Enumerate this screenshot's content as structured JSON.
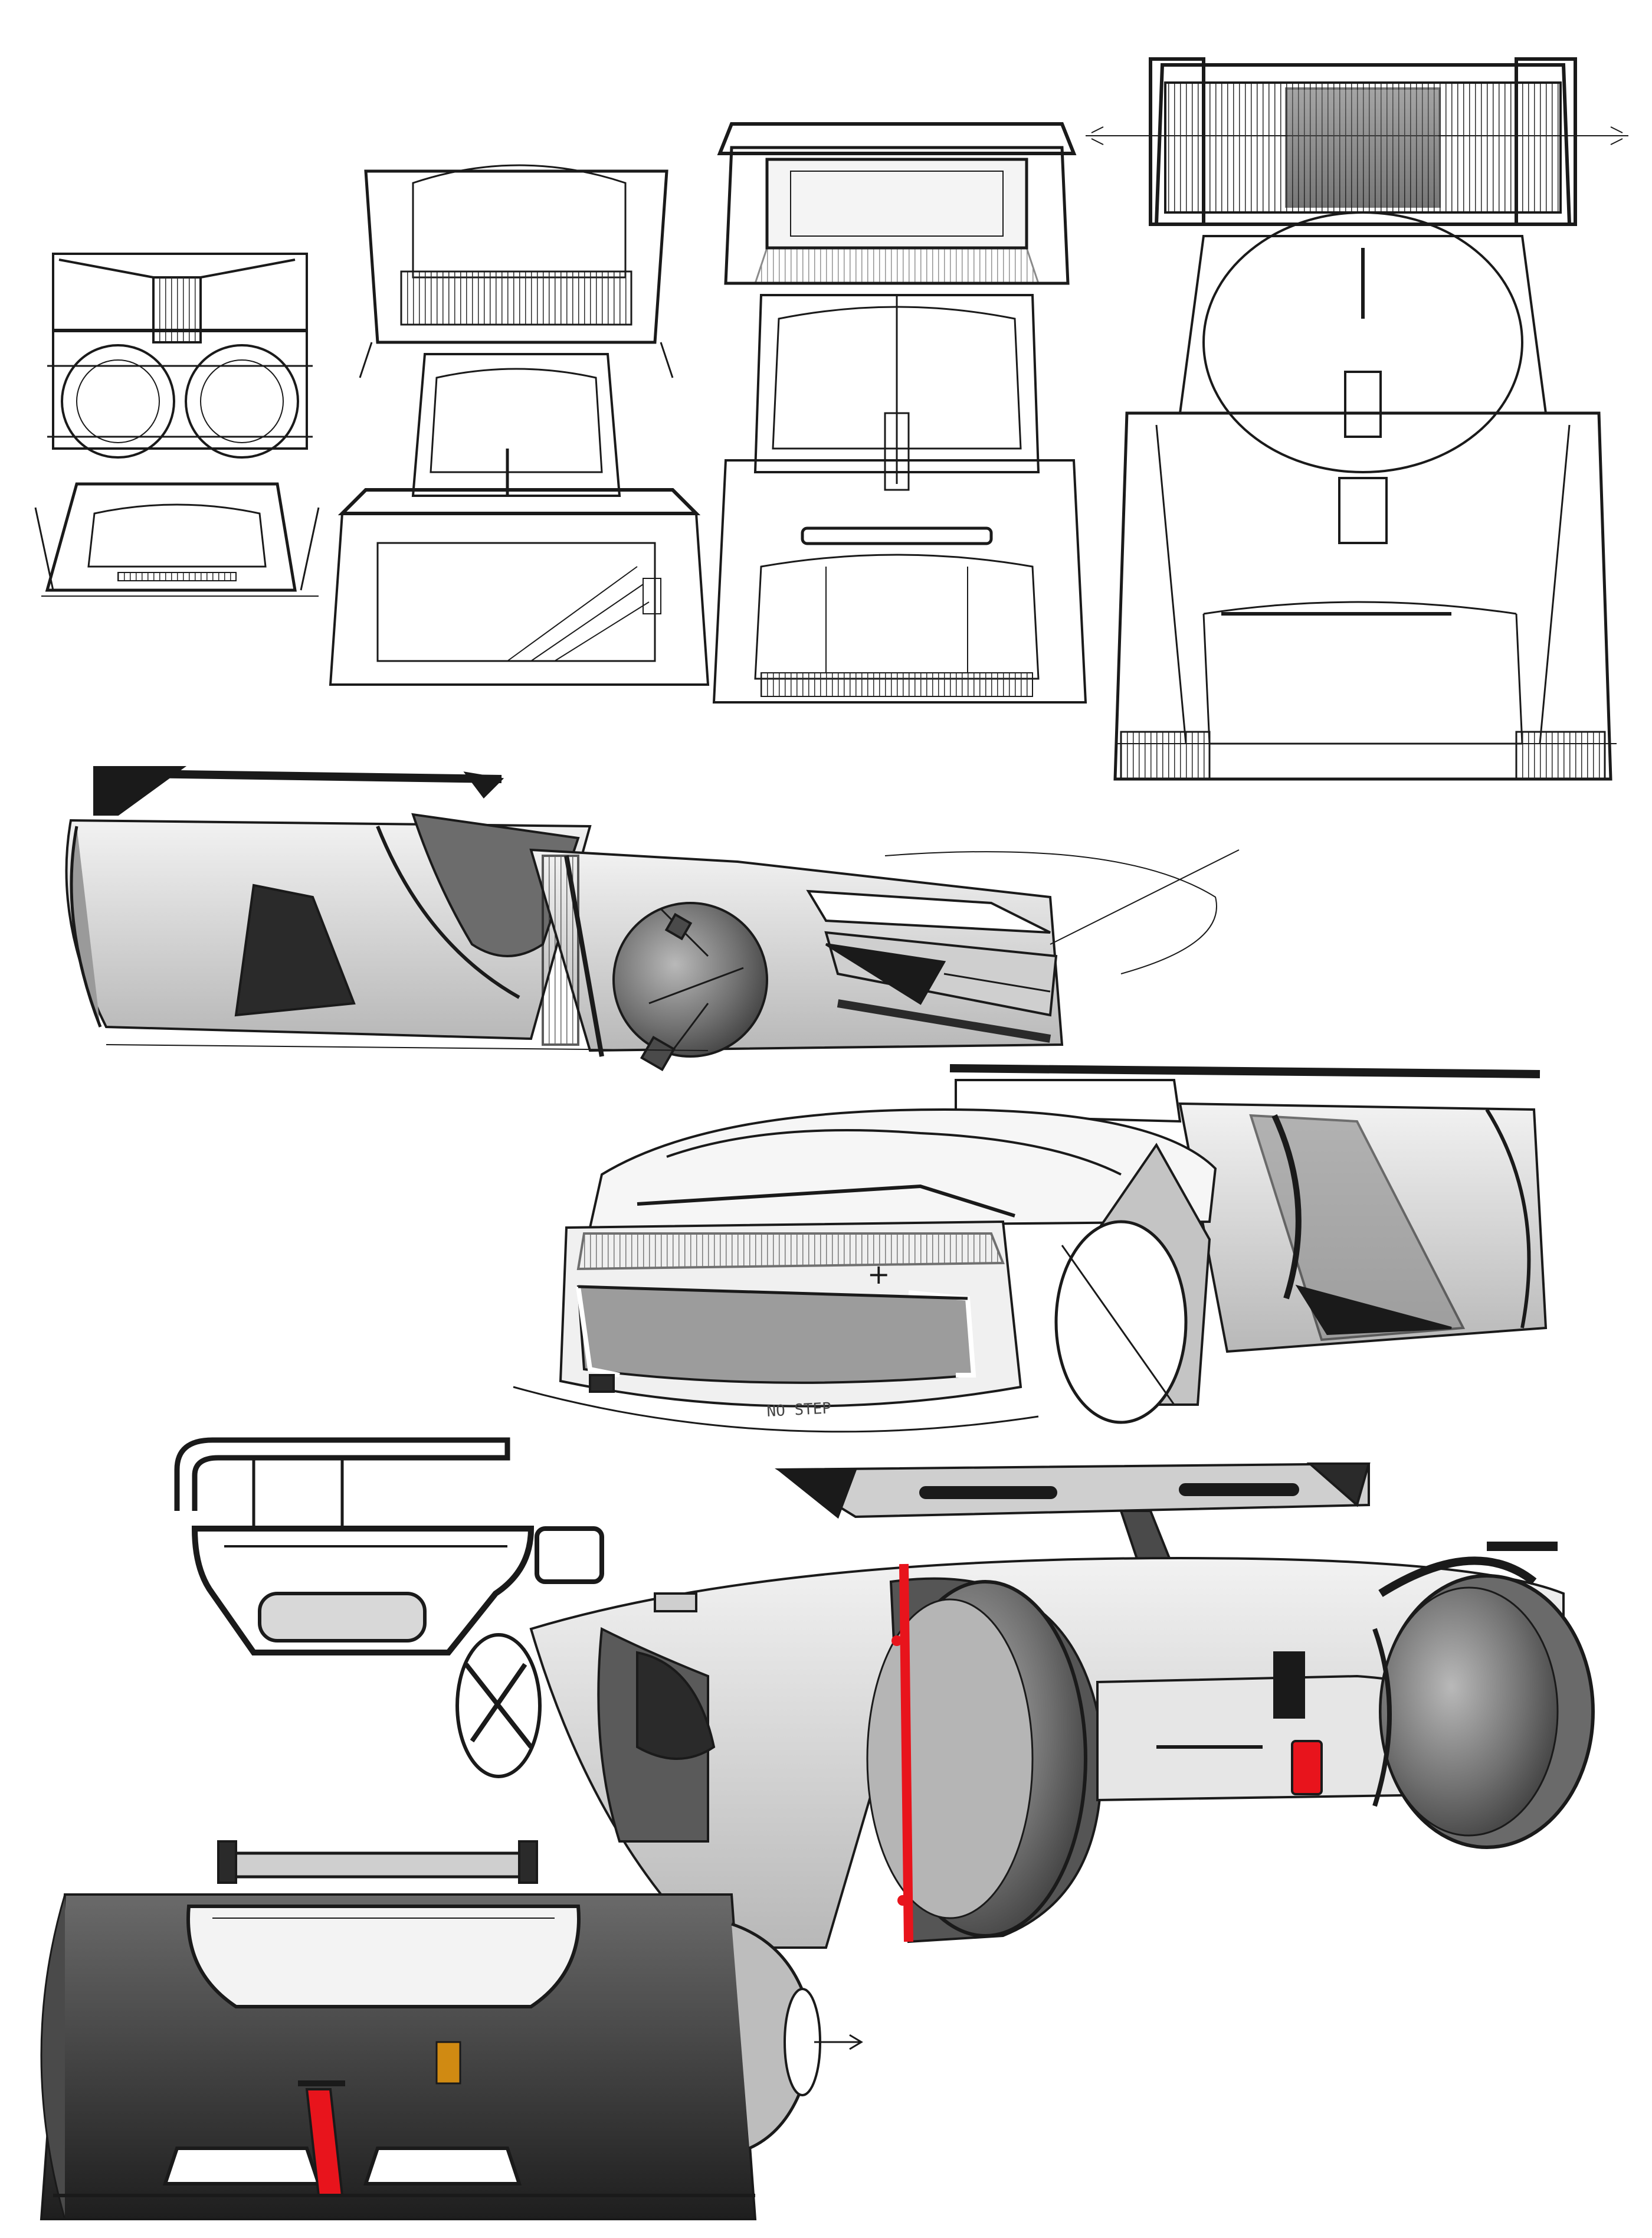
{
  "canvas": {
    "background": "#ffffff"
  },
  "palette": {
    "ink": "#1a1a1a",
    "shade_dark": "#3a3a3a",
    "shade_mid": "#8a8a8a",
    "shade_light": "#cfcfcf",
    "accent_red": "#e8141c",
    "accent_amber": "#d08a12"
  },
  "sketches": {
    "front_views": [
      "front-view-1",
      "front-view-2",
      "front-view-3",
      "front-view-4"
    ],
    "side_views": [
      "side-view-rear-wing",
      "three-quarter-front",
      "side-view-red-accent",
      "rear-view"
    ],
    "detail_parts": [
      "tube-handle-detail",
      "tray-detail",
      "small-box-detail"
    ]
  },
  "annotations": {
    "body_note": "NO STEP",
    "front_plus_mark": "+"
  }
}
